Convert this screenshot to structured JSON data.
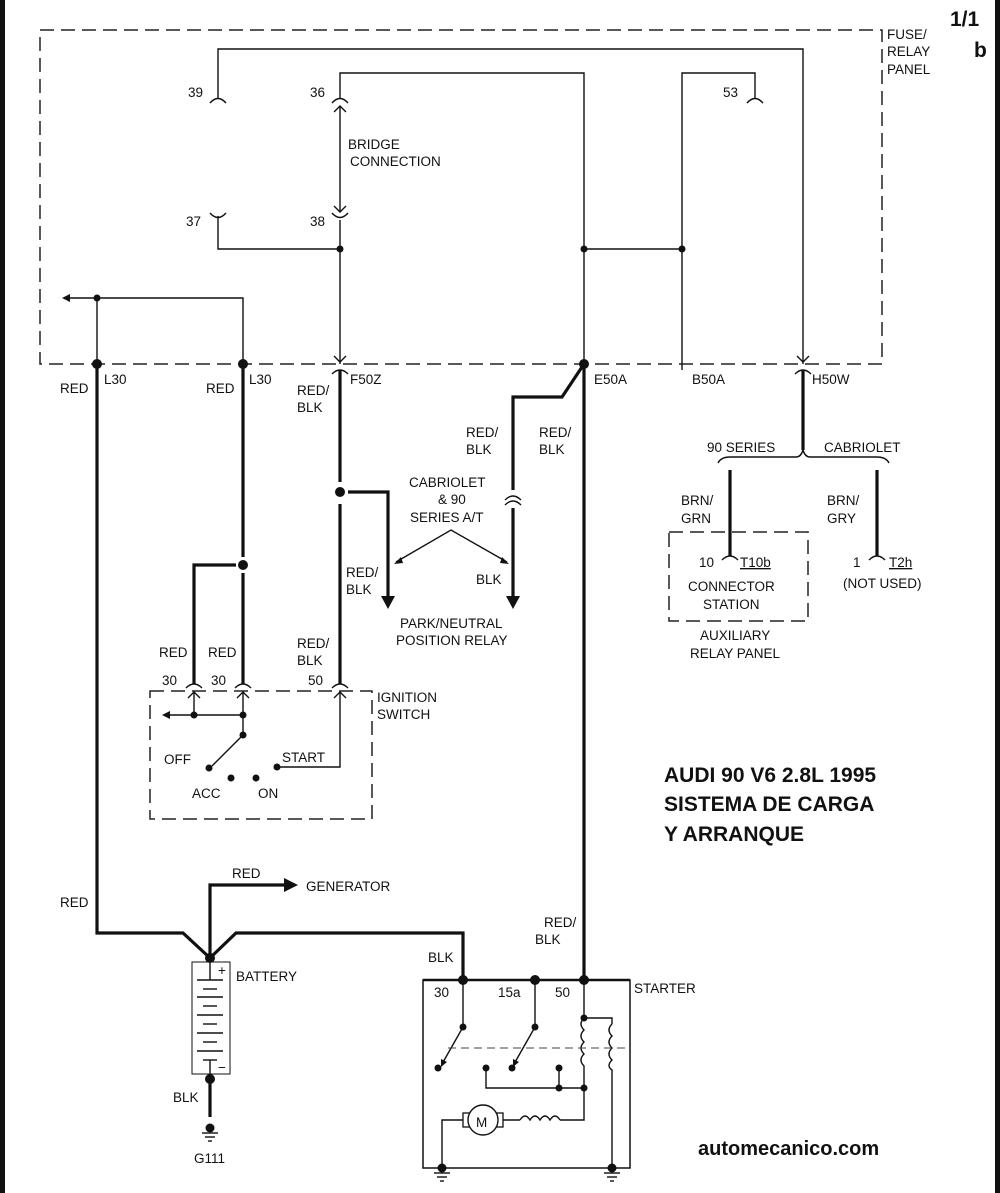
{
  "sheet": {
    "page": "1/1",
    "sub": "b"
  },
  "title": {
    "line1": "AUDI 90 V6 2.8L 1995",
    "line2": "SISTEMA DE CARGA",
    "line3": "Y ARRANQUE"
  },
  "watermark": "automecanico.com",
  "fuse_panel": {
    "label_l1": "FUSE/",
    "label_l2": "RELAY",
    "label_l3": "PANEL",
    "terminals": {
      "t39": "39",
      "t36": "36",
      "t37": "37",
      "t38": "38",
      "t53": "53"
    },
    "bridge_l1": "BRIDGE",
    "bridge_l2": "CONNECTION",
    "outputs": {
      "l30a": "L30",
      "l30b": "L30",
      "f50z": "F50Z",
      "e50a": "E50A",
      "b50a": "B50A",
      "h50w": "H50W"
    }
  },
  "wires": {
    "red": "RED",
    "red_blk_1": "RED/",
    "red_blk_2": "BLK",
    "blk": "BLK",
    "brn_grn_1": "BRN/",
    "brn_grn_2": "GRN",
    "brn_gry_1": "BRN/",
    "brn_gry_2": "GRY"
  },
  "pn_relay": {
    "note_l1": "CABRIOLET",
    "note_l2": "& 90",
    "note_l3": "SERIES A/T",
    "label_l1": "PARK/NEUTRAL",
    "label_l2": "POSITION RELAY"
  },
  "variants": {
    "series90": "90 SERIES",
    "cabriolet": "CABRIOLET",
    "t10b_pin": "10",
    "t10b": "T10b",
    "t2h_pin": "1",
    "t2h": "T2h",
    "not_used": "(NOT USED)",
    "connector_l1": "CONNECTOR",
    "connector_l2": "STATION",
    "aux_l1": "AUXILIARY",
    "aux_l2": "RELAY PANEL"
  },
  "ignition": {
    "label_l1": "IGNITION",
    "label_l2": "SWITCH",
    "pin30a": "30",
    "pin30b": "30",
    "pin50": "50",
    "off": "OFF",
    "acc": "ACC",
    "on": "ON",
    "start": "START"
  },
  "battery": {
    "label": "BATTERY",
    "plus": "+",
    "minus": "−",
    "ground": "G111",
    "generator": "GENERATOR"
  },
  "starter": {
    "label": "STARTER",
    "pin30": "30",
    "pin15a": "15a",
    "pin50": "50",
    "motor": "M"
  }
}
